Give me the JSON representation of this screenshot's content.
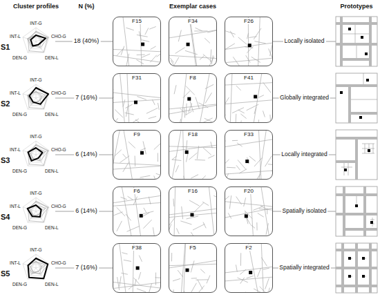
{
  "diagram": {
    "nodes": [
      {
        "text": [
          "F15"
        ]
      },
      {
        "text": [
          "F34"
        ]
      },
      {
        "text": [
          "F26"
        ]
      },
      {
        "text": [
          "F31"
        ]
      },
      {
        "text": [
          "F8"
        ]
      },
      {
        "text": [
          "F41"
        ]
      },
      {
        "text": [
          "F9"
        ]
      },
      {
        "text": [
          "F18"
        ]
      },
      {
        "text": [
          "F33"
        ]
      },
      {
        "text": [
          "F6"
        ]
      },
      {
        "text": [
          "F16"
        ]
      },
      {
        "text": [
          "F20"
        ]
      },
      {
        "text": [
          "F38"
        ]
      },
      {
        "text": [
          "F5"
        ]
      },
      {
        "text": [
          "F2"
        ]
      }
    ],
    "labels": [
      "Cluster profiles",
      "N (%)",
      "Exemplar cases",
      "Prototypes",
      "S1",
      "INT-G",
      "CHO-G",
      "DEN-L",
      "DEN-G",
      "INT-L",
      "18 (40%)",
      "Locally isolated",
      "S2",
      "INT-G",
      "CHO-G",
      "DEN-L",
      "DEN-G",
      "INT-L",
      "7 (16%)",
      "Globally integrated",
      "S3",
      "INT-G",
      "CHO-G",
      "DEN-L",
      "DEN-G",
      "INT-L",
      "6 (14%)",
      "Locally integrated",
      "S4",
      "INT-G",
      "CHO-G",
      "DEN-L",
      "DEN-G",
      "INT-L",
      "6 (14%)",
      "Spatially isolated",
      "S5",
      "INT-G",
      "CHO-G",
      "DEN-L",
      "DEN-G",
      "INT-L",
      "7 (16%)",
      "Spatially integrated"
    ]
  }
}
